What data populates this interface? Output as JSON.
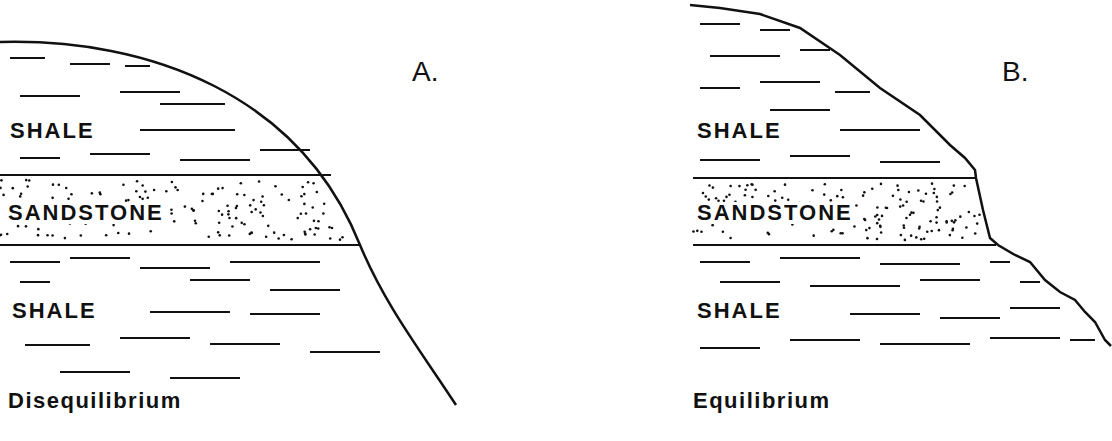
{
  "diagram": {
    "labels": [
      "A.",
      "SHALE",
      "SANDSTONE",
      "SHALE",
      "Disequilibrium",
      "B.",
      "SHALE",
      "SANDSTONE",
      "SHALE",
      "Equilibrium"
    ]
  }
}
